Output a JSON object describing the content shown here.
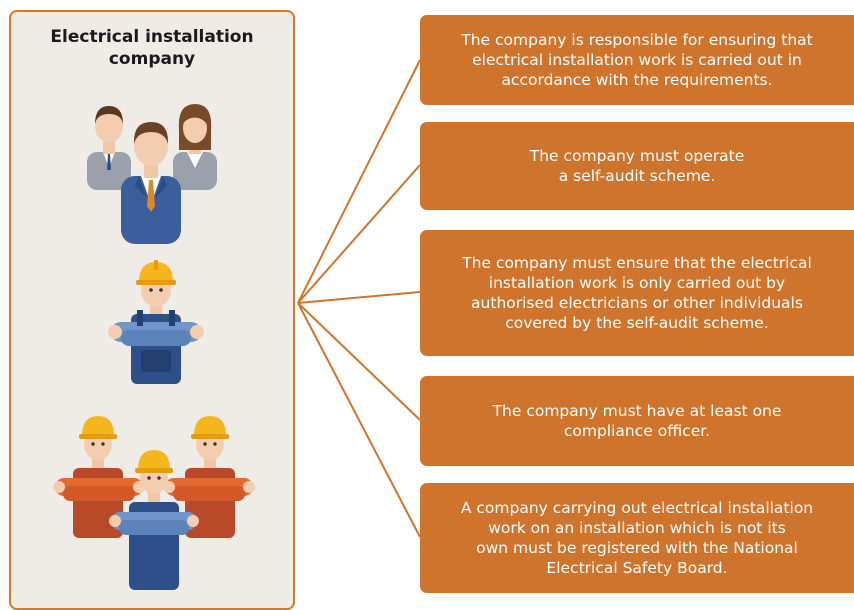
{
  "panel": {
    "title": "Electrical installation\ncompany"
  },
  "statements": [
    "The company is responsible for ensuring that\nelectrical installation work is carried out in\naccordance with the requirements.",
    "The company must operate\na self-audit scheme.",
    "The company must ensure that the electrical\ninstallation work is only carried out by\nauthorised electricians or other individuals\ncovered by the self-audit scheme.",
    "The company must have at least one\ncompliance officer.",
    "A company carrying out electrical installation\nwork on an installation which is not its\nown must be registered with the National\nElectrical Safety Board."
  ],
  "colors": {
    "accent": "#cf742c",
    "panel_bg": "#efebe7",
    "panel_border": "#d07a2c",
    "connector": "#cf742c"
  },
  "icons": {
    "business_people": "business-people-icon",
    "electrician": "electrician-icon",
    "electrician_group": "electrician-group-icon"
  }
}
